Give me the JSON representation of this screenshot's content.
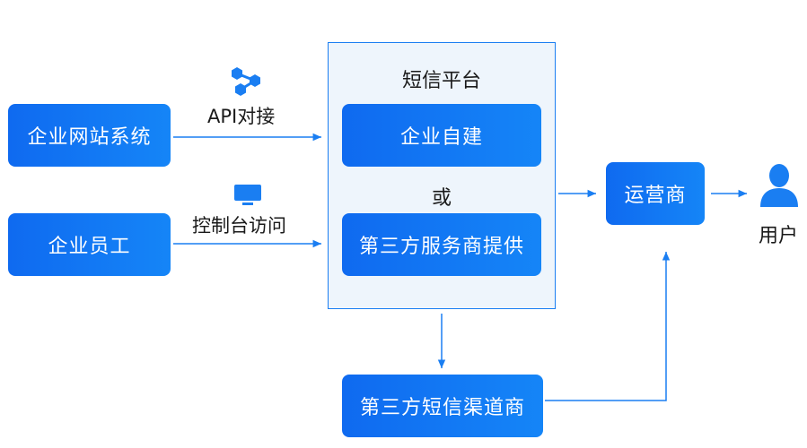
{
  "nodes": {
    "enterprise_website": "企业网站系统",
    "enterprise_staff": "企业员工",
    "platform_title": "短信平台",
    "self_built": "企业自建",
    "or_text": "或",
    "third_party_provider": "第三方服务商提供",
    "operator": "运营商",
    "user": "用户",
    "third_party_channel": "第三方短信渠道商"
  },
  "edges": {
    "api_label": "API对接",
    "console_label": "控制台访问"
  },
  "icons": {
    "api": "share-nodes-icon",
    "console": "monitor-icon",
    "user": "person-icon"
  },
  "colors": {
    "accent": "#0f6af0",
    "line": "#1a7ef2",
    "panel_bg": "#eef5fc"
  }
}
